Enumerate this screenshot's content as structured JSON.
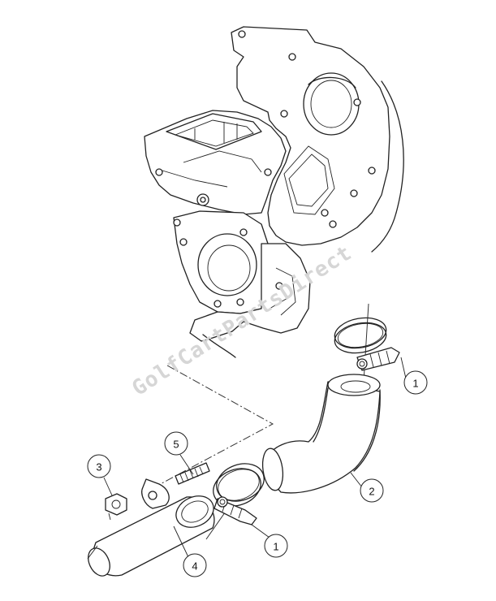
{
  "watermark": "GolfCartPartsDirect",
  "callouts": [
    {
      "id": "c1a",
      "label": "1"
    },
    {
      "id": "c2",
      "label": "2"
    },
    {
      "id": "c3",
      "label": "3"
    },
    {
      "id": "c4",
      "label": "4"
    },
    {
      "id": "c5",
      "label": "5"
    },
    {
      "id": "c1b",
      "label": "1"
    }
  ]
}
